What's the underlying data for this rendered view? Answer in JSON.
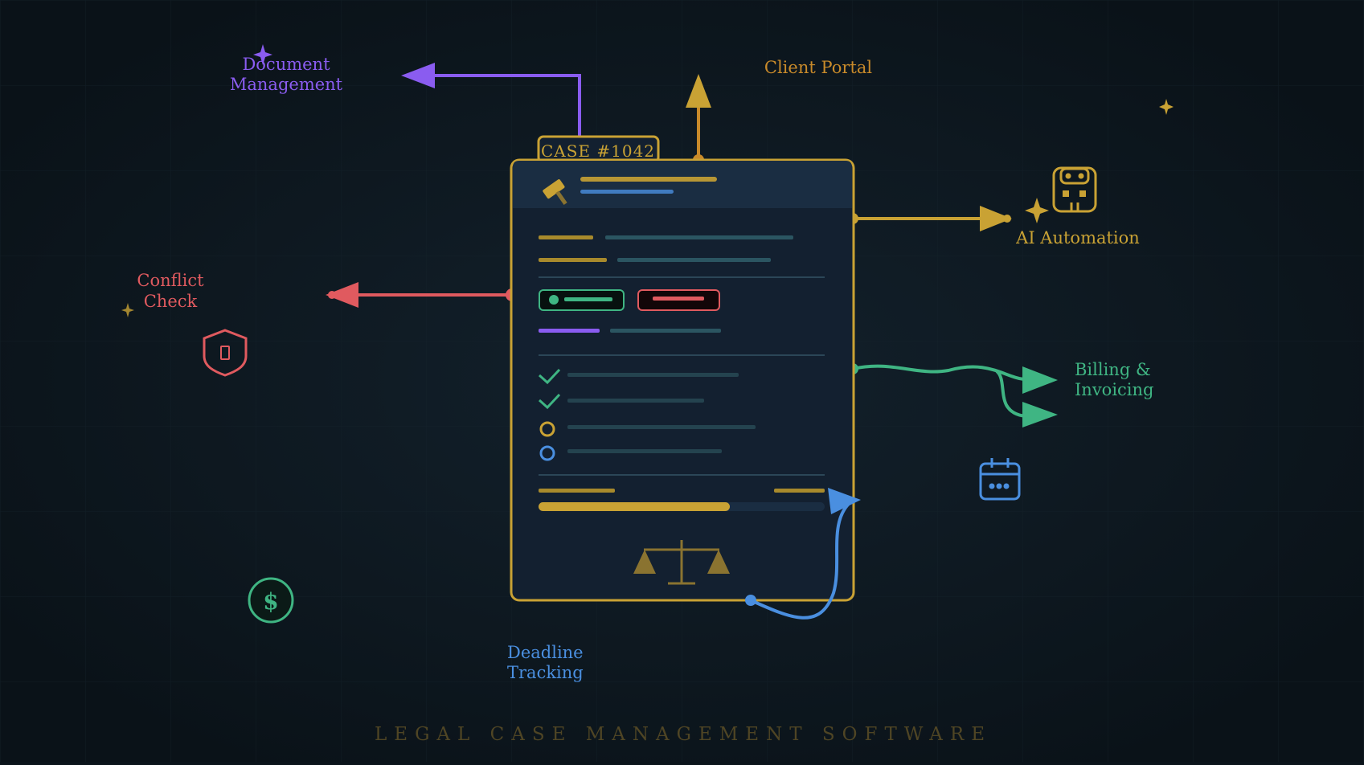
{
  "colors": {
    "background": "#0b141b",
    "gold": "#c9a234",
    "gold_dim": "#8a7330",
    "purple": "#8a5cf0",
    "orange": "#c88a2a",
    "red": "#e05a5f",
    "green": "#3fb583",
    "blue": "#4a8fe0",
    "teal_line": "#2b5561",
    "card_bg": "#132030",
    "card_header": "#1a2d42",
    "footer": "#4f4524"
  },
  "case_tab": {
    "label": "CASE #1042"
  },
  "labels": {
    "document_management": [
      "Document",
      "Management"
    ],
    "client_portal": "Client Portal",
    "ai_automation": "AI Automation",
    "conflict_check": [
      "Conflict",
      "Check"
    ],
    "billing_invoicing": [
      "Billing &",
      "Invoicing"
    ],
    "deadline_tracking": [
      "Deadline",
      "Tracking"
    ]
  },
  "footer": {
    "title": "LEGAL CASE MANAGEMENT SOFTWARE"
  },
  "icons": {
    "gavel": "gavel-icon",
    "scales": "scales-of-justice-icon",
    "robot": "robot-icon",
    "shield": "shield-icon",
    "dollar": "dollar-coin-icon",
    "calendar": "calendar-icon",
    "sparkle": "sparkle-icon"
  },
  "glyphs": {
    "dollar": "$"
  }
}
